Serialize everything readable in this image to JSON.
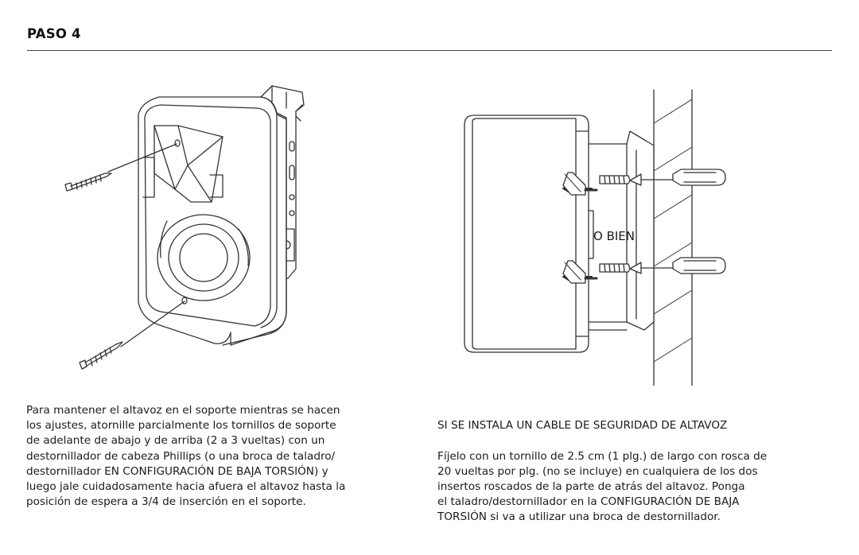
{
  "step": {
    "heading": "PASO 4"
  },
  "figures": {
    "left": {
      "icon": "speaker-mounting-screws-illustration"
    },
    "right": {
      "icon": "speaker-side-screwdriver-illustration",
      "callout": "O BIEN"
    }
  },
  "paragraphs": {
    "left": "Para mantener el altavoz en el soporte mientras se hacen\nlos ajustes, atornille parcialmente los tornillos de soporte\nde adelante de abajo y de arriba (2 a 3 vueltas) con un\ndestornillador de cabeza Phillips (o una broca de taladro/\ndestornillador EN CONFIGURACIÓN DE BAJA TORSIÓN) y\nluego jale cuidadosamente hacia afuera el altavoz hasta la\nposición de espera a 3/4 de inserción en el soporte.",
    "right_heading": "SI SE INSTALA UN CABLE DE SEGURIDAD DE ALTAVOZ",
    "right": "Fíjelo con un tornillo de 2.5 cm (1 plg.) de largo con rosca de\n20 vueltas por plg. (no se incluye) en cualquiera de los dos\ninsertos roscados de la parte de atrás del altavoz. Ponga\nel taladro/destornillador en la CONFIGURACIÓN DE BAJA\nTORSIÓN si va a utilizar una broca de destornillador."
  }
}
